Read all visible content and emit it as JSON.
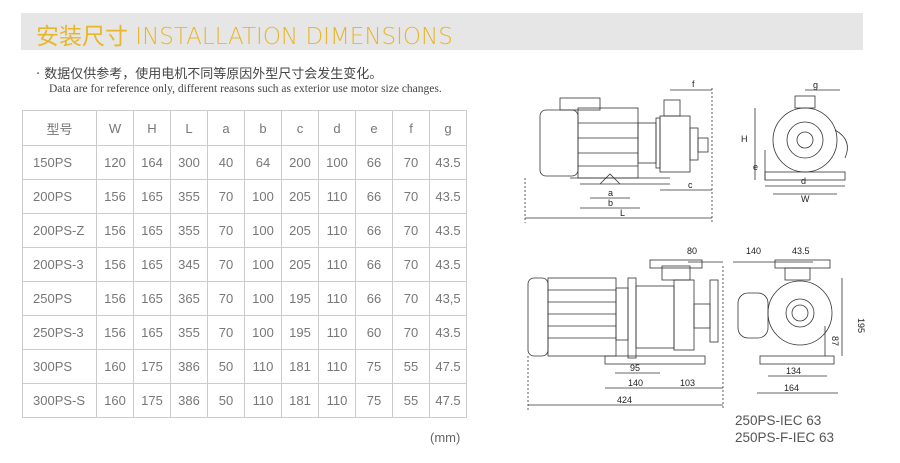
{
  "header": {
    "title": "安装尺寸 INSTALLATION DIMENSIONS",
    "accent": "#e8b62b"
  },
  "note": {
    "cn": "· 数据仅供参考，使用电机不同等原因外型尺寸会发生变化。",
    "en": "Data are for reference only, different reasons such as exterior use motor size changes."
  },
  "table": {
    "headers": [
      "型号",
      "W",
      "H",
      "L",
      "a",
      "b",
      "c",
      "d",
      "e",
      "f",
      "g"
    ],
    "rows": [
      [
        "150PS",
        "120",
        "164",
        "300",
        "40",
        "64",
        "200",
        "100",
        "66",
        "70",
        "43.5"
      ],
      [
        "200PS",
        "156",
        "165",
        "355",
        "70",
        "100",
        "205",
        "110",
        "66",
        "70",
        "43.5"
      ],
      [
        "200PS-Z",
        "156",
        "165",
        "355",
        "70",
        "100",
        "205",
        "110",
        "66",
        "70",
        "43.5"
      ],
      [
        "200PS-3",
        "156",
        "165",
        "345",
        "70",
        "100",
        "205",
        "110",
        "66",
        "70",
        "43.5"
      ],
      [
        "250PS",
        "156",
        "165",
        "365",
        "70",
        "100",
        "195",
        "110",
        "66",
        "70",
        "43,5"
      ],
      [
        "250PS-3",
        "156",
        "165",
        "355",
        "70",
        "100",
        "195",
        "110",
        "60",
        "70",
        "43.5"
      ],
      [
        "300PS",
        "160",
        "175",
        "386",
        "50",
        "110",
        "181",
        "110",
        "75",
        "55",
        "47.5"
      ],
      [
        "300PS-S",
        "160",
        "175",
        "386",
        "50",
        "110",
        "181",
        "110",
        "75",
        "55",
        "47.5"
      ]
    ],
    "unit": "(mm)"
  },
  "drawing_top": {
    "labels": [
      "f",
      "c",
      "a",
      "b",
      "L",
      "g",
      "H",
      "e",
      "d",
      "W"
    ]
  },
  "drawing_bottom": {
    "labels": [
      "80",
      "140",
      "43.5",
      "195",
      "87",
      "95",
      "140",
      "103",
      "424",
      "134",
      "164"
    ],
    "captions": [
      "250PS-IEC 63",
      "250PS-F-IEC 63"
    ]
  }
}
